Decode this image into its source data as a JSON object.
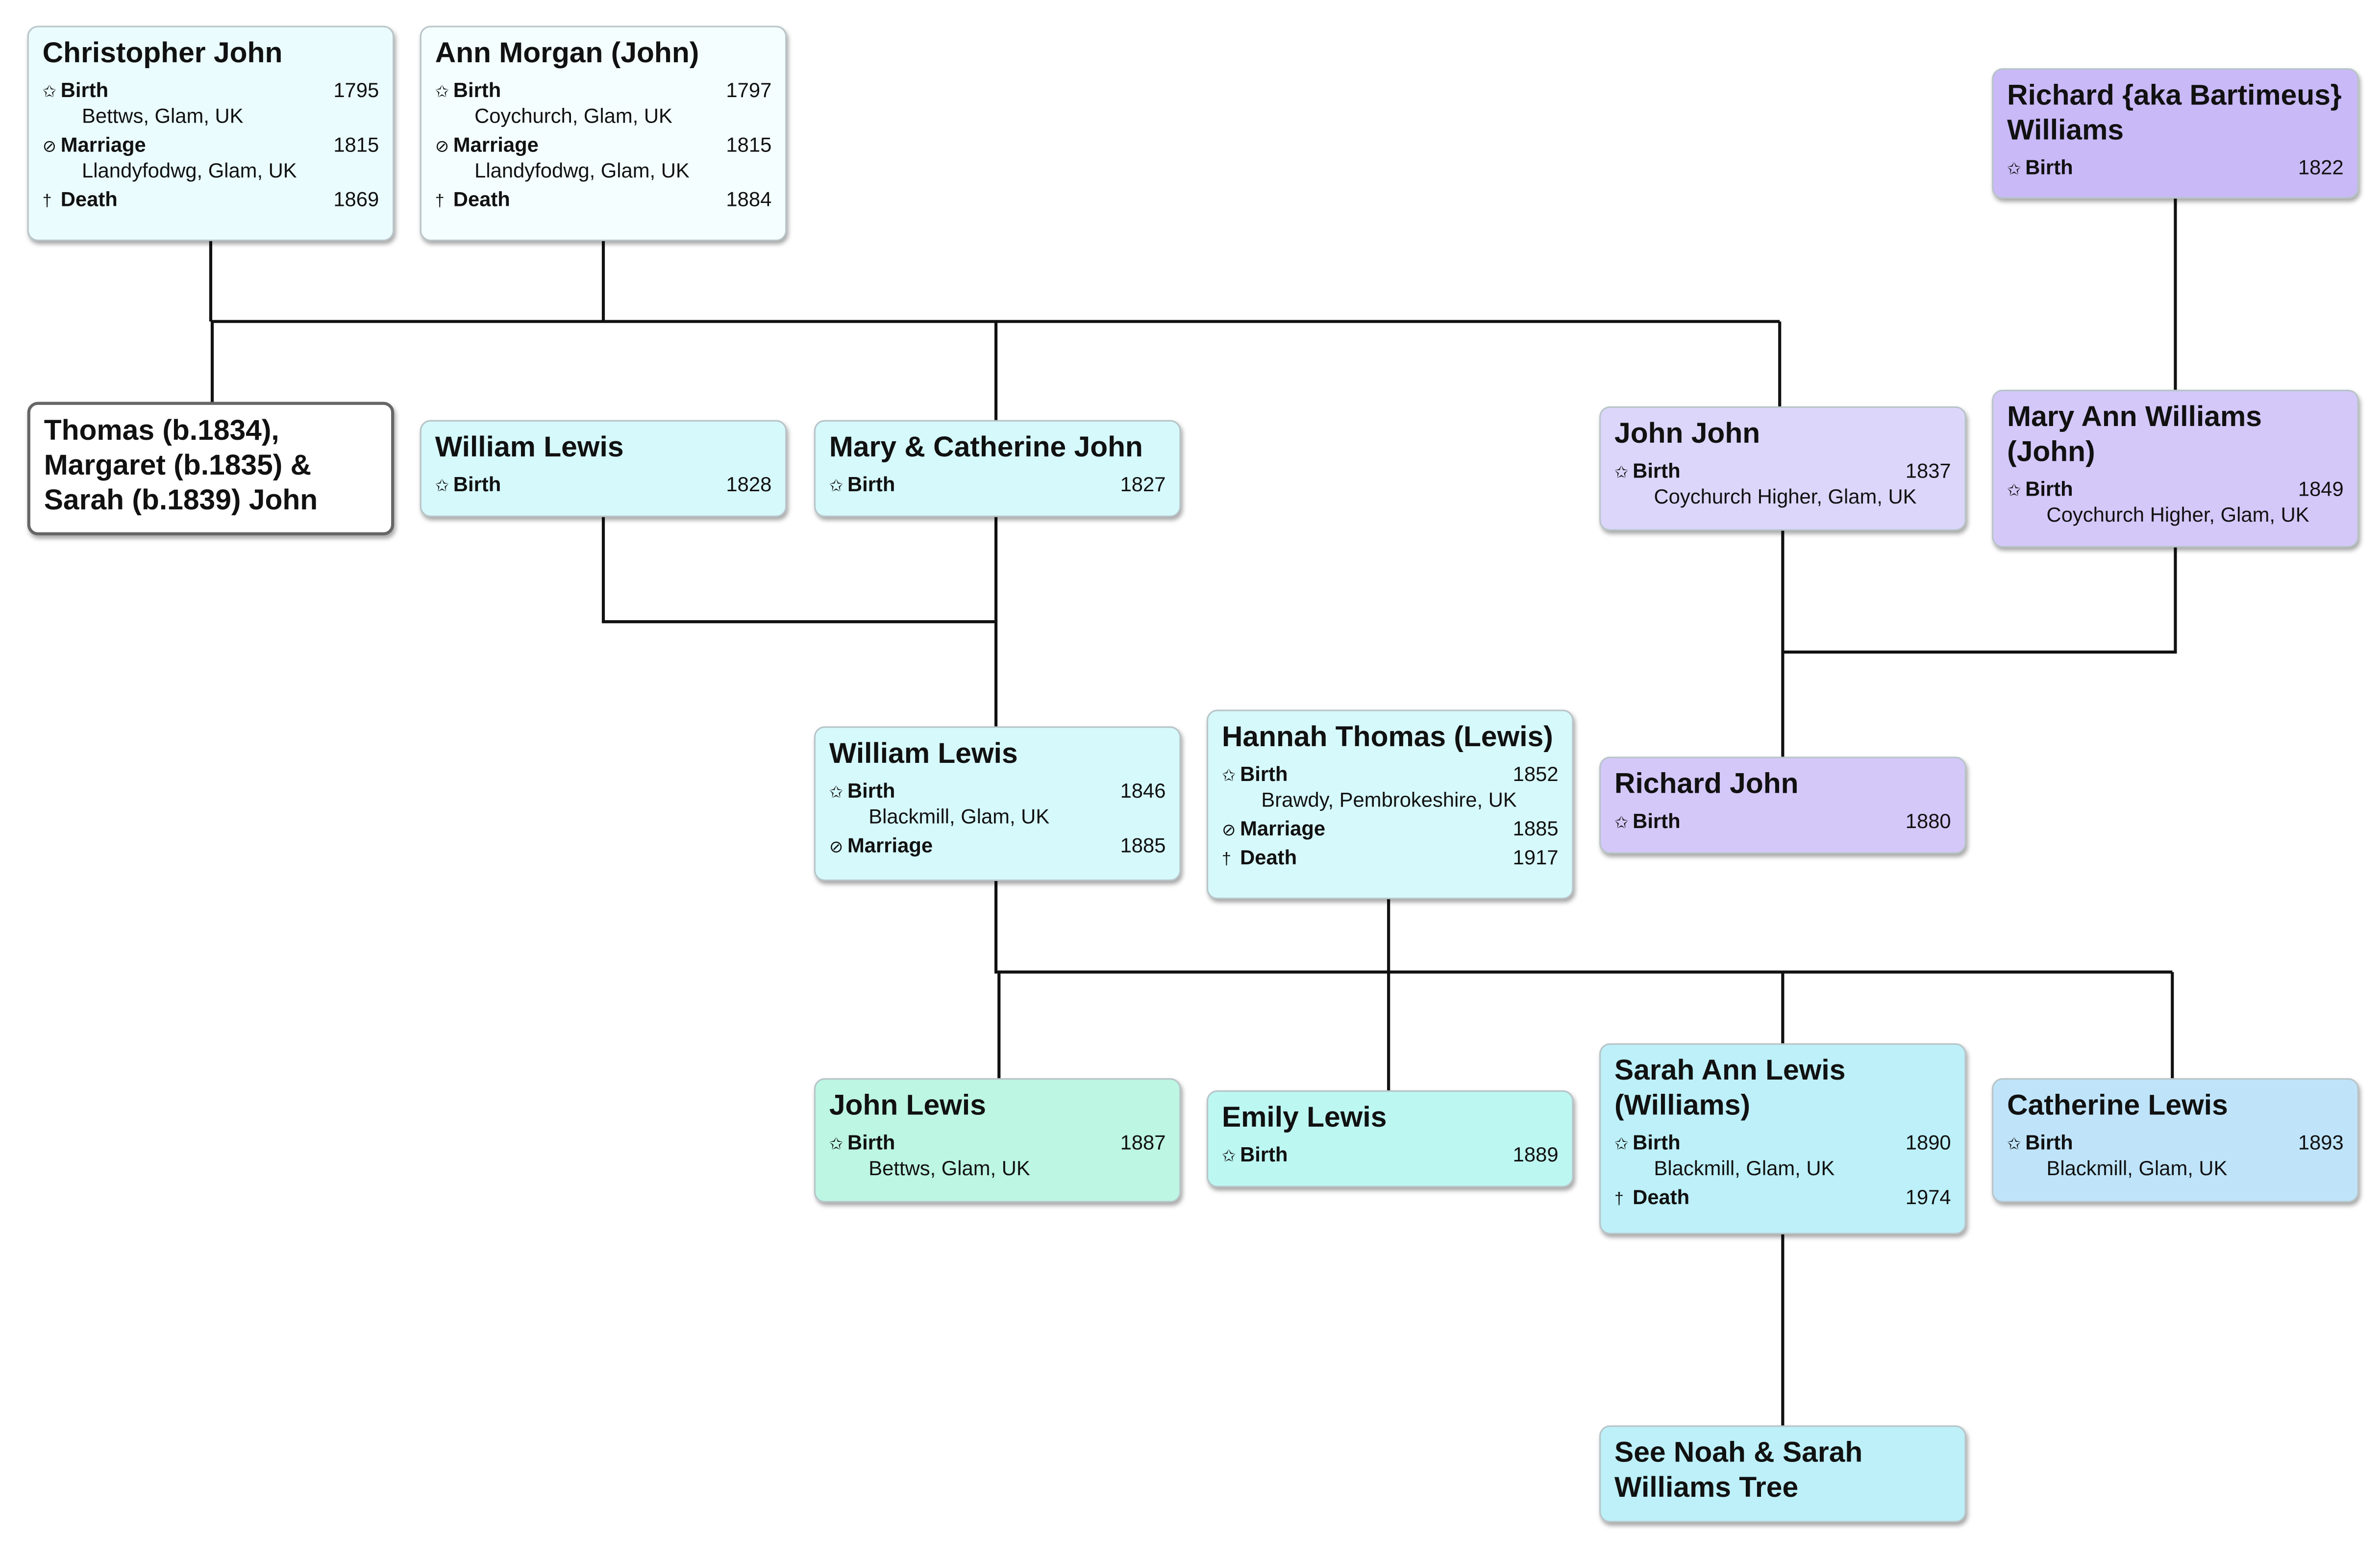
{
  "colors": {
    "line": "#111111",
    "john_family": "#eafcfd",
    "lewis_gen": "#d6f9fb",
    "williams_dark": "#c9b9f7",
    "williams_mid": "#d4c8f9",
    "williams_light": "#ddd6fb",
    "lewis_green": "#bdf6e3",
    "lewis_teal": "#bdf7f2",
    "lewis_cyan": "#bdf0f8",
    "lewis_blue": "#bfe4fa"
  },
  "event_icons": {
    "birth": "star-icon",
    "marriage": "rings-icon",
    "death": "cross-icon"
  },
  "people": {
    "christopher_john": {
      "name": "Christopher John",
      "birth": {
        "label": "Birth",
        "year": "1795",
        "place": "Bettws, Glam, UK"
      },
      "marriage": {
        "label": "Marriage",
        "year": "1815",
        "place": "Llandyfodwg, Glam, UK"
      },
      "death": {
        "label": "Death",
        "year": "1869"
      }
    },
    "ann_morgan": {
      "name": "Ann Morgan (John)",
      "birth": {
        "label": "Birth",
        "year": "1797",
        "place": "Coychurch, Glam, UK"
      },
      "marriage": {
        "label": "Marriage",
        "year": "1815",
        "place": "Llandyfodwg, Glam, UK"
      },
      "death": {
        "label": "Death",
        "year": "1884"
      }
    },
    "richard_williams": {
      "name": "Richard {aka Bartimeus} Williams",
      "birth": {
        "label": "Birth",
        "year": "1822"
      }
    },
    "john_siblings_note": {
      "name": "Thomas (b.1834), Margaret (b.1835) & Sarah (b.1839) John"
    },
    "william_lewis_sr": {
      "name": "William Lewis",
      "birth": {
        "label": "Birth",
        "year": "1828"
      }
    },
    "mary_catherine_john": {
      "name": "Mary & Catherine John",
      "birth": {
        "label": "Birth",
        "year": "1827"
      }
    },
    "john_john": {
      "name": "John John",
      "birth": {
        "label": "Birth",
        "year": "1837",
        "place": "Coychurch Higher, Glam, UK"
      }
    },
    "mary_ann_williams": {
      "name": "Mary Ann Williams (John)",
      "birth": {
        "label": "Birth",
        "year": "1849",
        "place": "Coychurch Higher, Glam, UK"
      }
    },
    "william_lewis_jr": {
      "name": "William Lewis",
      "birth": {
        "label": "Birth",
        "year": "1846",
        "place": "Blackmill, Glam, UK"
      },
      "marriage": {
        "label": "Marriage",
        "year": "1885"
      }
    },
    "hannah_thomas": {
      "name": "Hannah Thomas (Lewis)",
      "birth": {
        "label": "Birth",
        "year": "1852",
        "place": "Brawdy, Pembrokeshire, UK"
      },
      "marriage": {
        "label": "Marriage",
        "year": "1885"
      },
      "death": {
        "label": "Death",
        "year": "1917"
      }
    },
    "richard_john": {
      "name": "Richard John",
      "birth": {
        "label": "Birth",
        "year": "1880"
      }
    },
    "john_lewis": {
      "name": "John Lewis",
      "birth": {
        "label": "Birth",
        "year": "1887",
        "place": "Bettws, Glam, UK"
      }
    },
    "emily_lewis": {
      "name": "Emily Lewis",
      "birth": {
        "label": "Birth",
        "year": "1889"
      }
    },
    "sarah_ann_lewis": {
      "name": "Sarah Ann Lewis (Williams)",
      "birth": {
        "label": "Birth",
        "year": "1890",
        "place": "Blackmill, Glam, UK"
      },
      "death": {
        "label": "Death",
        "year": "1974"
      }
    },
    "catherine_lewis": {
      "name": "Catherine Lewis",
      "birth": {
        "label": "Birth",
        "year": "1893",
        "place": "Blackmill, Glam, UK"
      }
    },
    "see_noah_sarah": {
      "name": "See Noah & Sarah Williams Tree"
    }
  }
}
